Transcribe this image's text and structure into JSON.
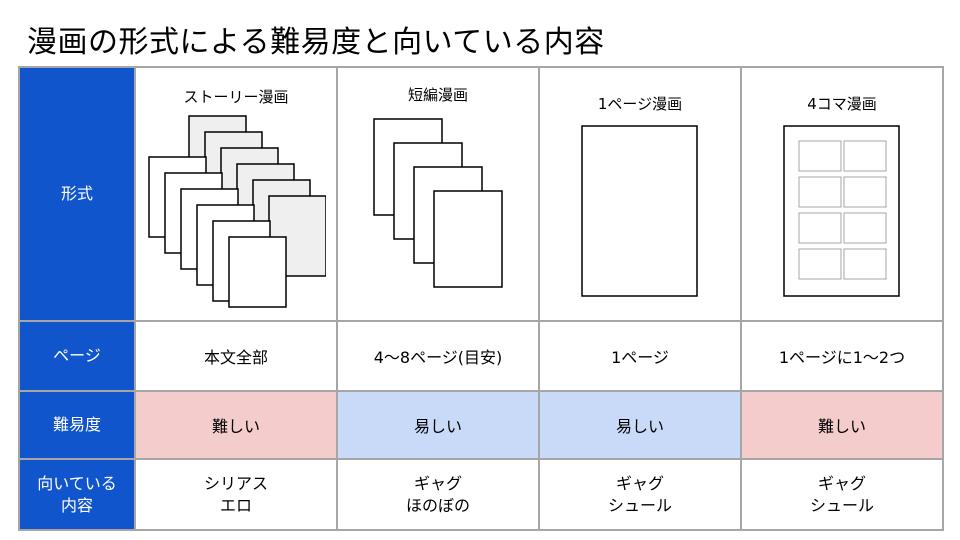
{
  "title": "漫画の形式による難易度と向いている内容",
  "row_headers": {
    "format": "形式",
    "pages": "ページ",
    "difficulty": "難易度",
    "content_line1": "向いている",
    "content_line2": "内容"
  },
  "columns": [
    {
      "format": "ストーリー漫画",
      "pages": "本文全部",
      "difficulty": "難しい",
      "content": [
        "シリアス",
        "エロ"
      ]
    },
    {
      "format": "短編漫画",
      "pages": "4〜8ページ(目安)",
      "difficulty": "易しい",
      "content": [
        "ギャグ",
        "ほのぼの"
      ]
    },
    {
      "format": "1ページ漫画",
      "pages": "1ページ",
      "difficulty": "易しい",
      "content": [
        "ギャグ",
        "シュール"
      ]
    },
    {
      "format": "4コマ漫画",
      "pages": "1ページに1〜2つ",
      "difficulty": "難しい",
      "content": [
        "ギャグ",
        "シュール"
      ]
    }
  ],
  "colors": {
    "header_blue": "#1155cc",
    "hard_pink": "#f4cccc",
    "easy_blue": "#c9daf8",
    "border_gray": "#a6a6a6"
  }
}
